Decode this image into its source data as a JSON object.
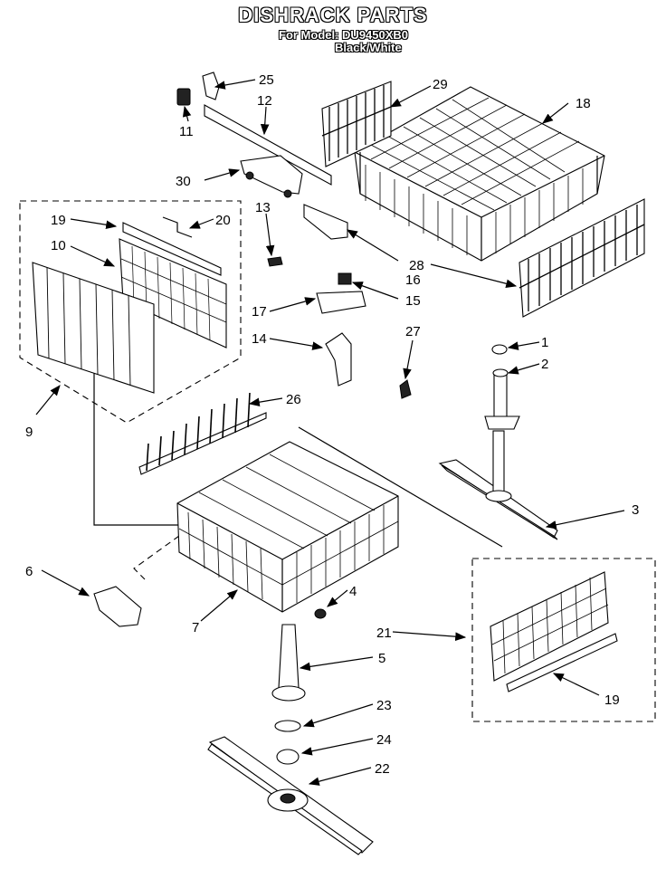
{
  "header": {
    "title": "DISHRACK PARTS",
    "model_line": "For Model: DU9450XB0",
    "variant_line": "Black/White"
  },
  "callouts": [
    "1",
    "2",
    "3",
    "4",
    "5",
    "6",
    "7",
    "9",
    "10",
    "11",
    "12",
    "13",
    "14",
    "15",
    "16",
    "17",
    "18",
    "19",
    "20",
    "21",
    "22",
    "23",
    "24",
    "25",
    "26",
    "27",
    "28",
    "29",
    "30"
  ],
  "callouts_extra": {
    "19b": "19"
  }
}
